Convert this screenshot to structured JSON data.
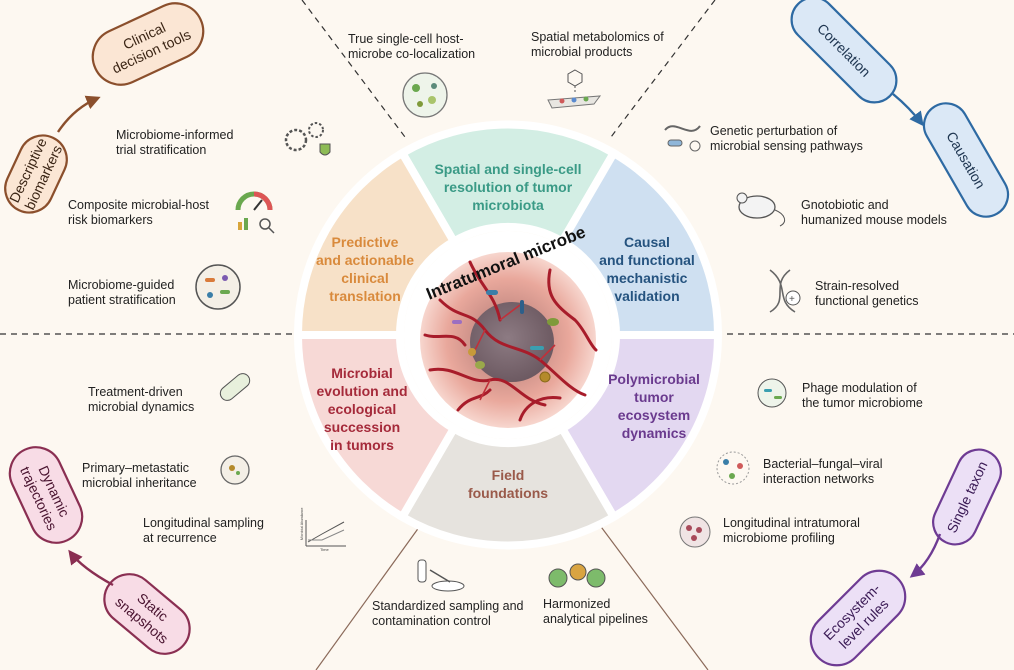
{
  "center": {
    "title": "Intratumoral microbe"
  },
  "segments": {
    "spatial": {
      "text": "Spatial and single-cell\nresolution of tumor\nmicrobiota",
      "color": "#3a9a86"
    },
    "causal": {
      "text": "Causal\nand functional\nmechanistic\nvalidation",
      "color": "#25537f"
    },
    "poly": {
      "text": "Polymicrobial\ntumor\necosystem\ndynamics",
      "color": "#6a3a8e"
    },
    "field": {
      "text": "Field\nfoundations",
      "color": "#9a5a4a"
    },
    "evolution": {
      "text": "Microbial\nevolution and\necological\nsuccession\nin tumors",
      "color": "#a52a3a"
    },
    "predictive": {
      "text": "Predictive\nand actionable\nclinical\ntranslation",
      "color": "#d98a3c"
    }
  },
  "labels": {
    "co_localization": "True single-cell host-\nmicrobe co-localization",
    "metabolomics": "Spatial metabolomics of\nmicrobial products",
    "genetic_perturbation": "Genetic perturbation of\nmicrobial sensing pathways",
    "gnotobiotic": "Gnotobiotic and\nhumanized mouse models",
    "strain_resolved": "Strain-resolved\nfunctional genetics",
    "trial_stratification": "Microbiome-informed\ntrial stratification",
    "risk_biomarkers": "Composite microbial-host\nrisk biomarkers",
    "patient_stratification": "Microbiome-guided\npatient stratification",
    "treatment_driven": "Treatment-driven\nmicrobial dynamics",
    "primary_metastatic": "Primary–metastatic\nmicrobial inheritance",
    "longitudinal_sampling": "Longitudinal sampling\nat recurrence",
    "phage_modulation": "Phage modulation of\nthe tumor microbiome",
    "interaction_networks": "Bacterial–fungal–viral\ninteraction networks",
    "longitudinal_profiling": "Longitudinal intratumoral\nmicrobiome profiling",
    "standardized_sampling": "Standardized sampling and\ncontamination control",
    "harmonized_pipelines": "Harmonized\nanalytical pipelines"
  },
  "pills": {
    "descriptive": "Descriptive\nbiomarkers",
    "clinical": "Clinical\ndecision tools",
    "correlation": "Correlation",
    "causation": "Causation",
    "static": "Static\nsnapshots",
    "dynamic": "Dynamic\ntrajectories",
    "single": "Single taxon",
    "ecosystem": "Ecosystem-\nlevel rules"
  },
  "mini_chart": {
    "ylabel": "Microbial Abundance",
    "xlabel": "Time"
  },
  "colors": {
    "spatial_fill": "#d3eee4",
    "causal_fill": "#cfe0f1",
    "poly_fill": "#e3d8f1",
    "field_fill": "#e6e3de",
    "evolution_fill": "#f7d9d6",
    "predictive_fill": "#f7e1c8",
    "brown": "#8b4f2c",
    "blue": "#2e6aa3",
    "purple": "#6e3b93",
    "maroon": "#8a2f52"
  }
}
